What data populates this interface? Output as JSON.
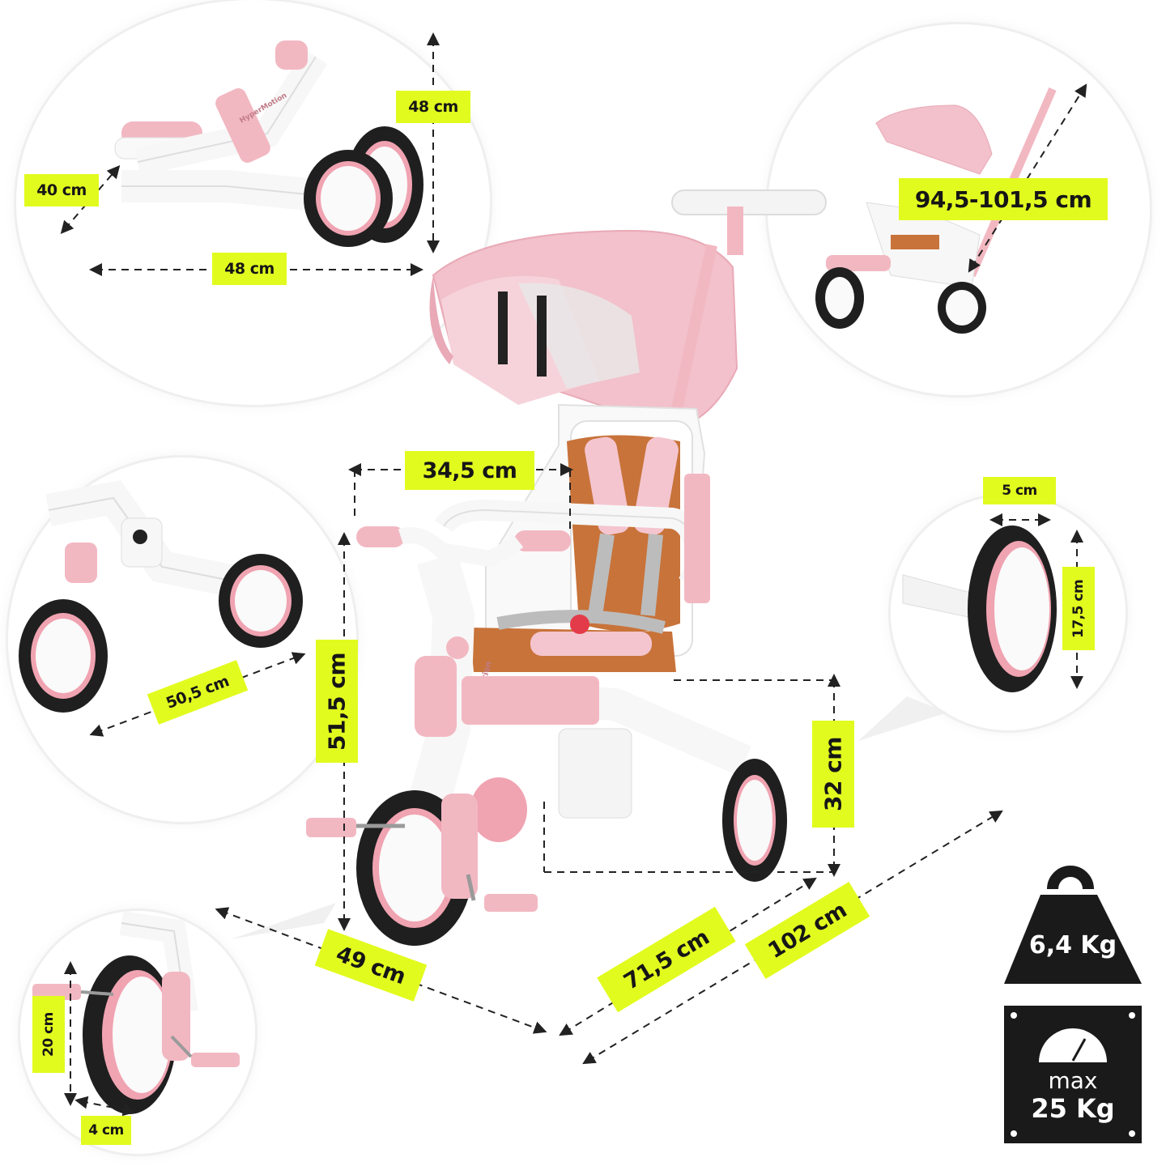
{
  "dimensions": {
    "folded_height": "48 cm",
    "folded_depth": "40 cm",
    "folded_length": "48 cm",
    "handle_height": "94,5-101,5 cm",
    "seat_width": "34,5 cm",
    "balance_length": "50,5 cm",
    "wheel_width": "5 cm",
    "wheel_diameter": "17,5 cm",
    "seat_height": "51,5 cm",
    "seat_to_ground": "32 cm",
    "width": "49 cm",
    "base_length": "71,5 cm",
    "total_length": "102 cm",
    "front_wheel_height": "20 cm",
    "pedal_offset": "4 cm"
  },
  "weight": {
    "value": "6,4 Kg"
  },
  "max_load": {
    "prefix": "max",
    "value": "25 Kg"
  },
  "brand": "HyperMotion",
  "colors": {
    "label_bg": "#e2fb1f",
    "pink": "#f2b8c2",
    "dark": "#1a1a1a"
  },
  "icons": {
    "weight": "weight-icon",
    "gauge": "gauge-icon"
  }
}
